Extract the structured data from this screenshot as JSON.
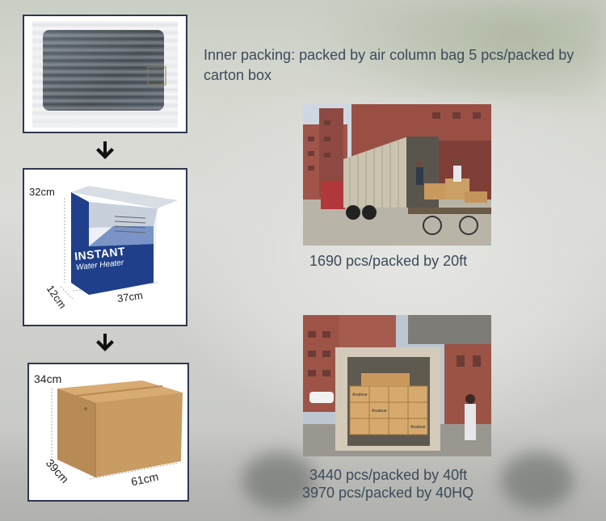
{
  "info": {
    "inner_packing": "Inner packing: packed by air column bag 5 pcs/packed by carton box"
  },
  "product_box": {
    "brand_line1": "INSTANT",
    "brand_line2": "Water Heater",
    "height": "32cm",
    "depth": "12cm",
    "width": "37cm"
  },
  "carton": {
    "height": "34cm",
    "depth": "39cm",
    "width": "61cm"
  },
  "containers": {
    "caption_20ft": "1690 pcs/packed by 20ft",
    "caption_40ft": "3440 pcs/packed by 40ft",
    "caption_40hq": "3970 pcs/packed by 40HQ",
    "carton_label": "Anabear"
  },
  "colors": {
    "frame": "#2e3850",
    "caption_text": "#3c4a5a",
    "cardboard": "#c79a63",
    "product_blue": "#1f3f8a"
  }
}
